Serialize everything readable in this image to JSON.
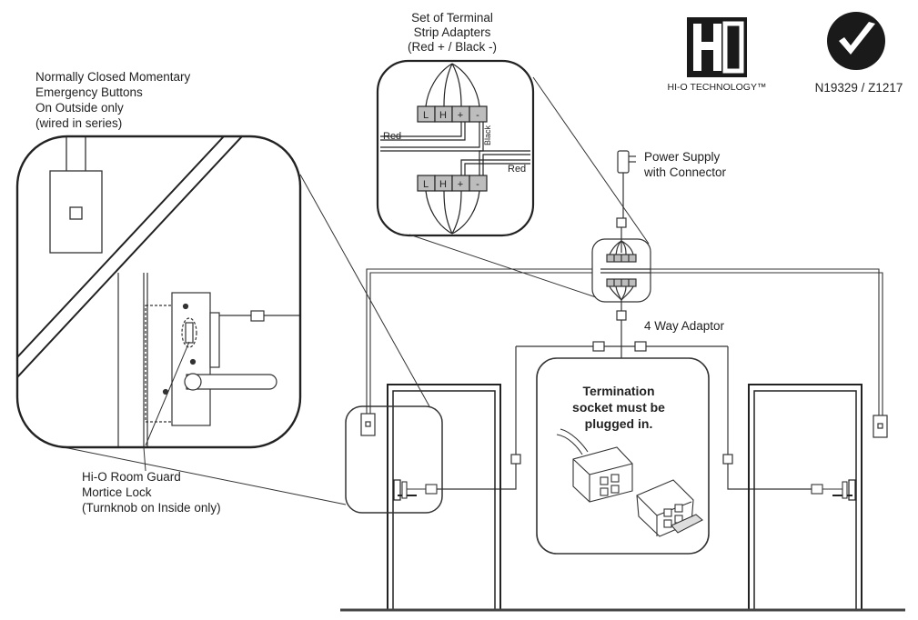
{
  "labels": {
    "terminal_adapters": [
      "Set of Terminal",
      "Strip Adapters",
      "(Red +  /  Black -)"
    ],
    "emergency_buttons": [
      "Normally Closed Momentary",
      "Emergency Buttons",
      "On Outside only",
      "(wired in series)"
    ],
    "power_supply": [
      "Power Supply",
      "with Connector"
    ],
    "four_way": "4 Way Adaptor",
    "termination": [
      "Termination",
      "socket must be",
      "plugged in."
    ],
    "lock": [
      "Hi-O Room Guard",
      "Mortice Lock",
      "(Turnknob on Inside only)"
    ],
    "logo_text": "HI-O TECHNOLOGY™",
    "cert_code": "N19329 / Z1217",
    "wire_red": "Red",
    "wire_black": "Black",
    "terminals": [
      "L",
      "H",
      "+",
      "-"
    ]
  },
  "colors": {
    "line": "#333333",
    "terminal_fill": "#bdbdbd",
    "ground": "#444444"
  }
}
